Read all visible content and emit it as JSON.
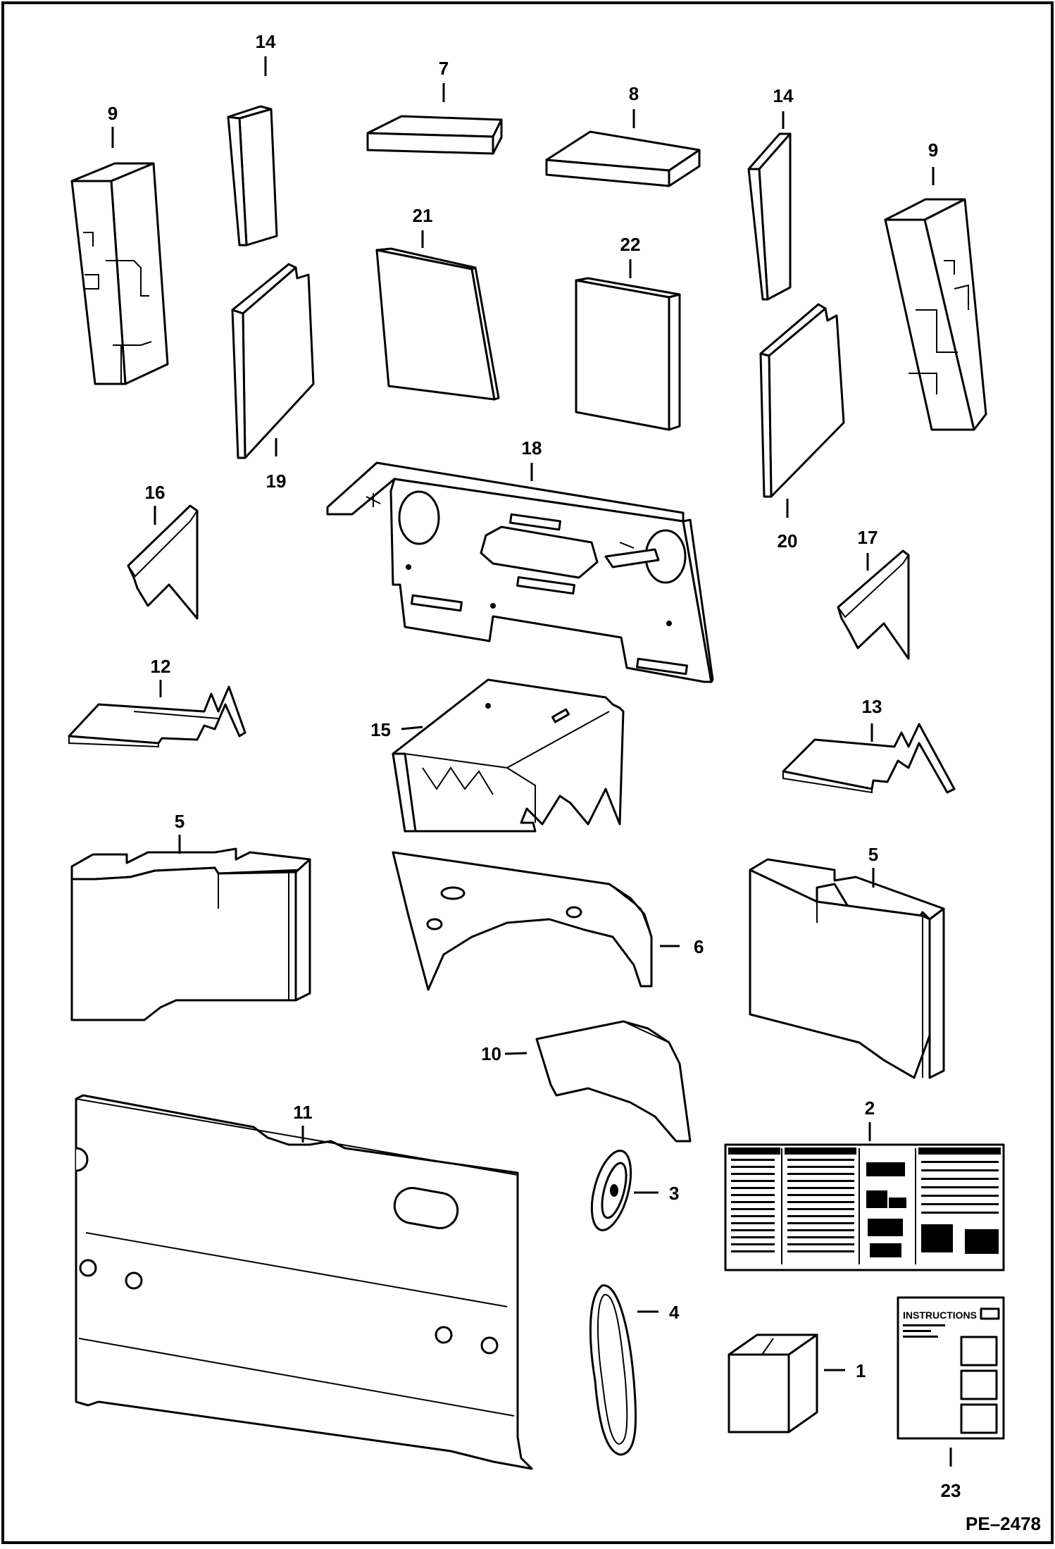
{
  "drawing_id": "PE–2478",
  "instructions_sheet": {
    "heading": "INSTRUCTIONS"
  },
  "callouts": [
    {
      "id": "c1",
      "label": "1"
    },
    {
      "id": "c2",
      "label": "2"
    },
    {
      "id": "c3",
      "label": "3"
    },
    {
      "id": "c4",
      "label": "4"
    },
    {
      "id": "c5a",
      "label": "5"
    },
    {
      "id": "c5b",
      "label": "5"
    },
    {
      "id": "c6",
      "label": "6"
    },
    {
      "id": "c7",
      "label": "7"
    },
    {
      "id": "c8",
      "label": "8"
    },
    {
      "id": "c9a",
      "label": "9"
    },
    {
      "id": "c9b",
      "label": "9"
    },
    {
      "id": "c10",
      "label": "10"
    },
    {
      "id": "c11",
      "label": "11"
    },
    {
      "id": "c12",
      "label": "12"
    },
    {
      "id": "c13",
      "label": "13"
    },
    {
      "id": "c14a",
      "label": "14"
    },
    {
      "id": "c14b",
      "label": "14"
    },
    {
      "id": "c15",
      "label": "15"
    },
    {
      "id": "c16",
      "label": "16"
    },
    {
      "id": "c17",
      "label": "17"
    },
    {
      "id": "c18",
      "label": "18"
    },
    {
      "id": "c19",
      "label": "19"
    },
    {
      "id": "c20",
      "label": "20"
    },
    {
      "id": "c21",
      "label": "21"
    },
    {
      "id": "c22",
      "label": "22"
    },
    {
      "id": "c23",
      "label": "23"
    }
  ]
}
